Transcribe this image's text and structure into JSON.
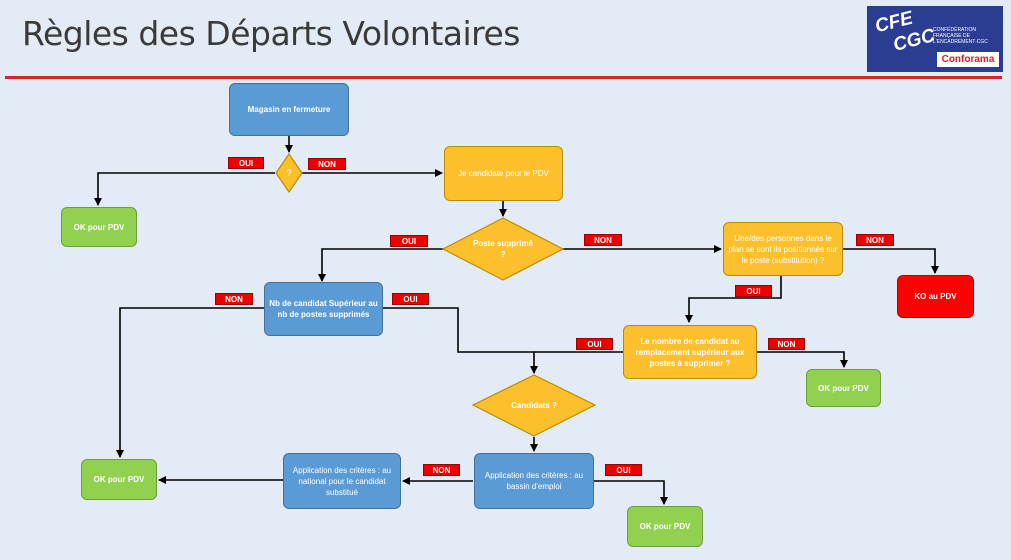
{
  "title": "Règles des Départs Volontaires",
  "logo": {
    "line1": "CFE",
    "line2": "CGC",
    "line3": "CONFÉDÉRATION\nFRANÇAISE DE\nL'ENCADREMENT-CGC",
    "brand": "Conforama"
  },
  "colors": {
    "blue": "#5b9bd5",
    "yellow": "#fcc02d",
    "green": "#92d050",
    "red": "#ff0000",
    "tag": "#ee0000"
  },
  "nodes": {
    "start": "Magasin en fermeture",
    "decision1": "?",
    "ok1": "OK pour PDV",
    "candidate": "Je  candidate pour le PDV",
    "poste": "Poste supprimé ?",
    "substitution": "Une/des  personnes dans le plan se sont ils positionnés sur le poste (substitution) ?",
    "ko": "KO au PDV",
    "nb": "Nb de candidat Supérieur au nb de postes supprimés",
    "nombre": "Le nombre de candidat au remplacement supérieur aux postes à supprimer ?",
    "ok_right": "OK pour PDV",
    "candidats": "Candidats ?",
    "ok_left": "OK pour PDV",
    "app_national": "Application des critères : au national pour le candidat substitué",
    "app_bassin": "Application des critères : au bassin d'emploi",
    "ok_bottom": "OK pour PDV"
  },
  "tags": {
    "oui": "OUI",
    "non": "NON"
  }
}
